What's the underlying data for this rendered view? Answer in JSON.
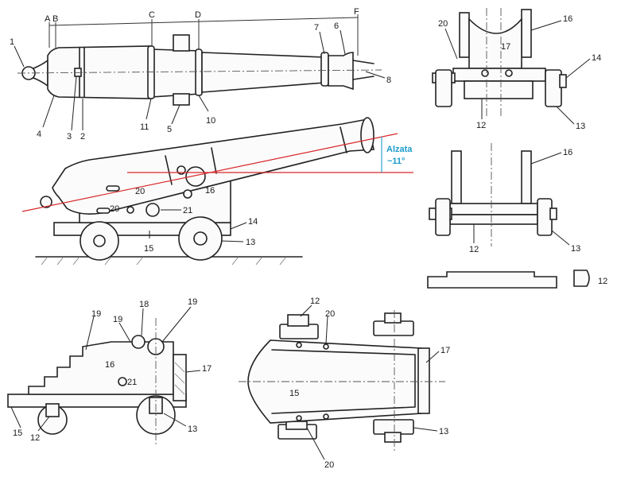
{
  "annotation": {
    "title": "Alzata",
    "angle": "~11°",
    "color": "#1d9ccc",
    "line_color": "#d8282a"
  },
  "top_letters": [
    "A",
    "B",
    "C",
    "D",
    "F"
  ],
  "barrel_labels": [
    "1",
    "2",
    "3",
    "4",
    "5",
    "6",
    "7",
    "8",
    "10",
    "11"
  ],
  "side_labels": [
    "13",
    "14",
    "15",
    "16",
    "20",
    "20",
    "21"
  ],
  "front_top_labels": [
    "12",
    "13",
    "14",
    "16",
    "17",
    "20"
  ],
  "front_bottom_labels": [
    "12",
    "13",
    "16"
  ],
  "axle_label": "12",
  "rear_side_labels": [
    "12",
    "13",
    "15",
    "16",
    "17",
    "18",
    "19",
    "19",
    "19",
    "21"
  ],
  "plan_labels": [
    "12",
    "13",
    "15",
    "17",
    "20",
    "20"
  ]
}
